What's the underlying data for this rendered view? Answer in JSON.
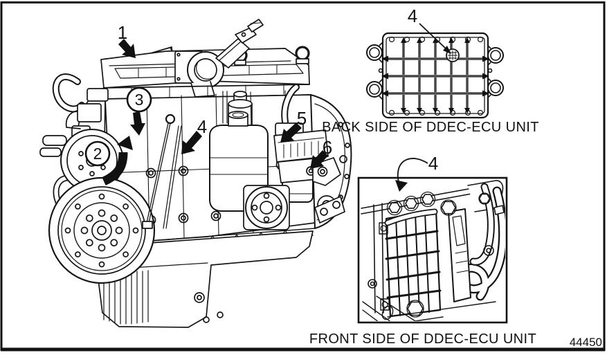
{
  "figure": {
    "number": "44450",
    "background": "#ffffff",
    "line_color": "#111111"
  },
  "callouts": {
    "c1": "1",
    "c2": "2",
    "c3": "3",
    "c4": "4",
    "c5": "5",
    "c6": "6"
  },
  "insets": {
    "back": {
      "callout": "4",
      "caption": "BACK SIDE OF DDEC-ECU UNIT"
    },
    "front": {
      "callout": "4",
      "caption": "FRONT SIDE OF DDEC-ECU UNIT"
    }
  }
}
